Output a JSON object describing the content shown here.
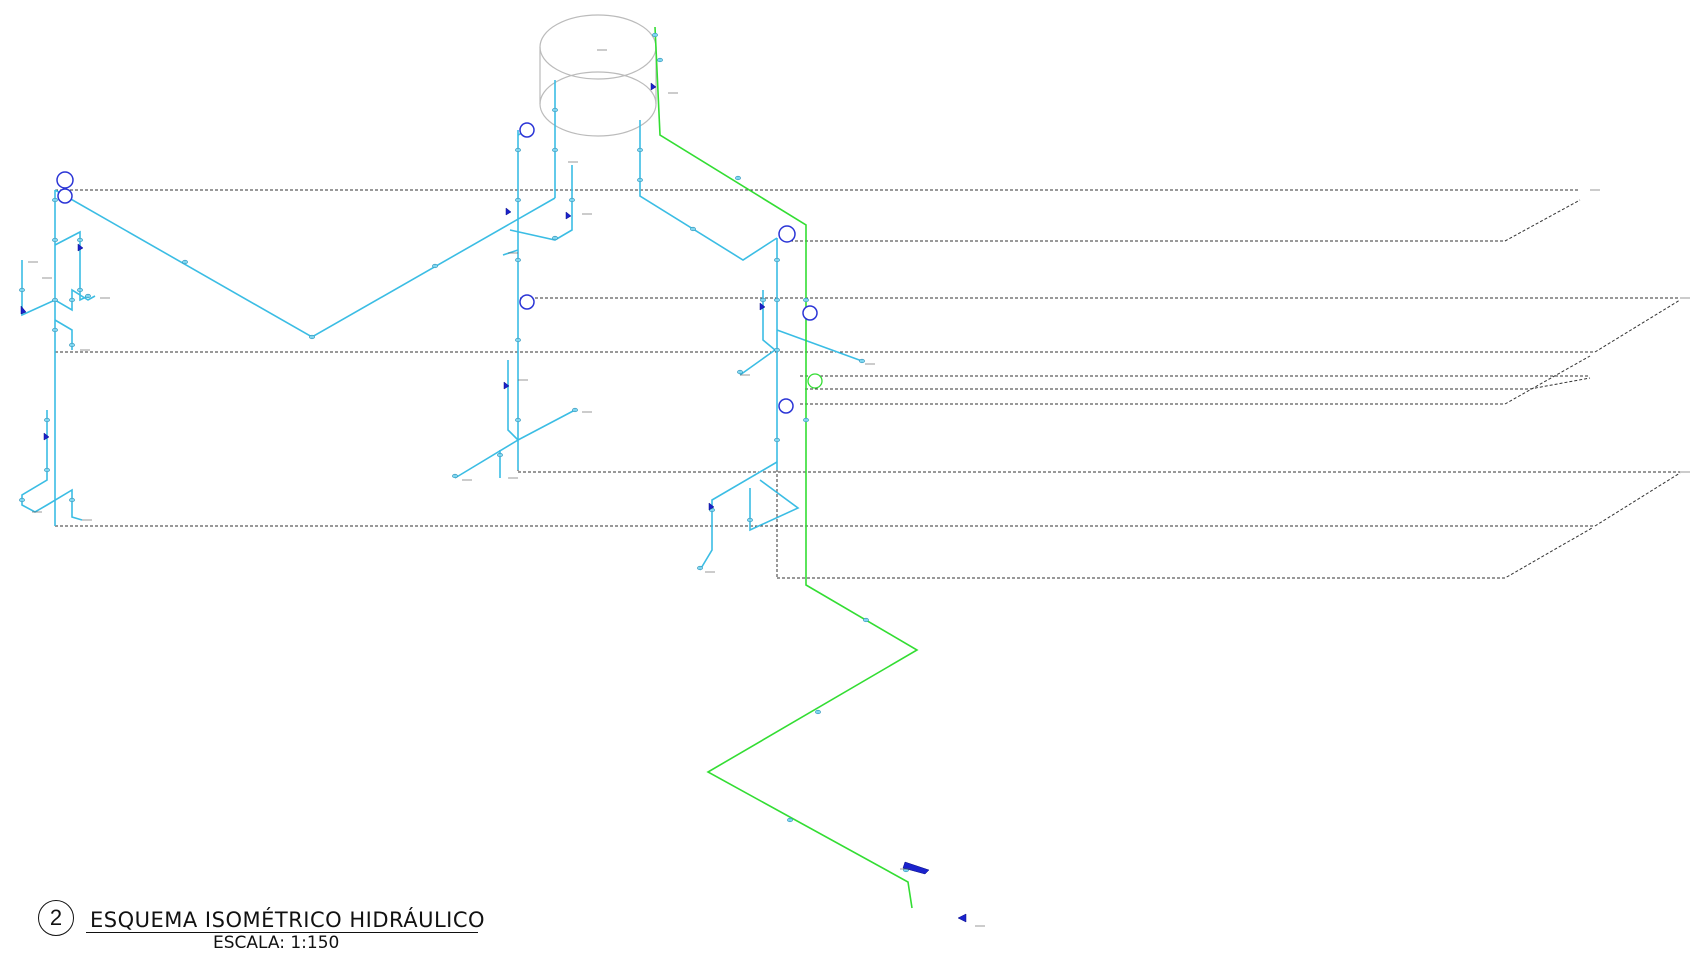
{
  "title": {
    "number": "2",
    "name": "ESQUEMA ISOMÉTRICO HIDRÁULICO",
    "scale": "ESCALA: 1:150"
  },
  "colors": {
    "branch_pipe": "#3bbde4",
    "supply_pipe": "#33dd33",
    "level_line": "#333333",
    "marker": "#2a34d6",
    "tank": "#bbbbbb"
  },
  "icons": [
    "tank-icon",
    "pipe-marker-icon",
    "valve-icon",
    "meter-icon"
  ]
}
